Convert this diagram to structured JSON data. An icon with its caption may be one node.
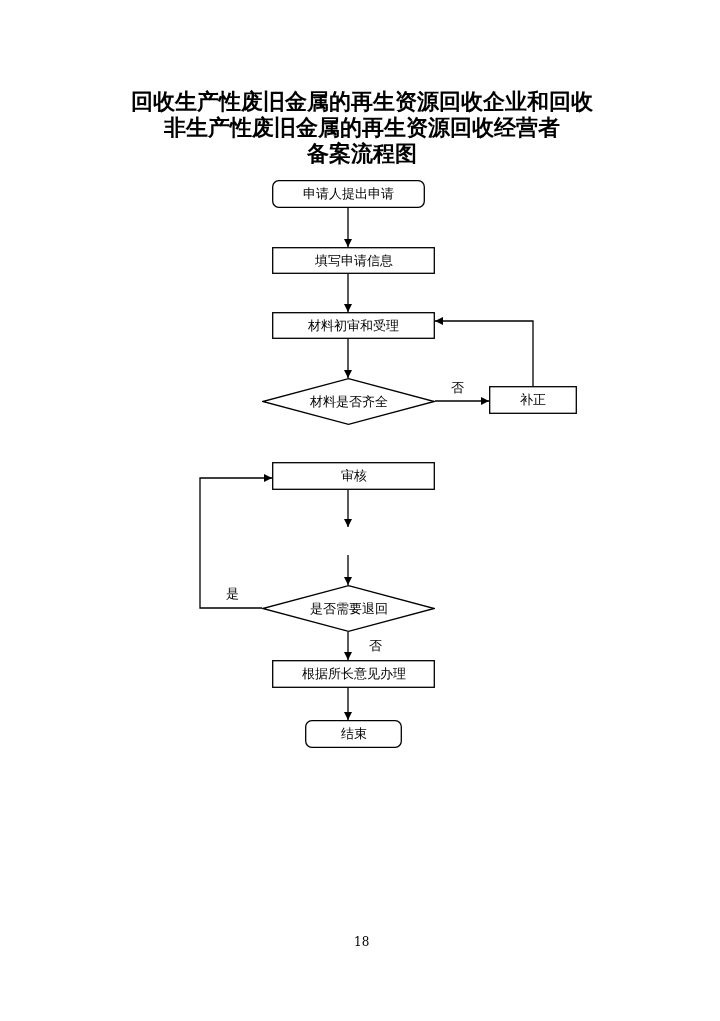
{
  "diagram": {
    "title": "回收生产性废旧金属的再生资源回收企业和回收非生产性废旧金属的再生资源回收经营者备案流程图",
    "nodes": [
      {
        "text": [
          "申请人提出申请"
        ]
      },
      {
        "text": [
          "填写申请信息"
        ]
      },
      {
        "text": [
          "材料初审和受理"
        ]
      },
      {
        "text": [
          "材料是否齐全"
        ]
      },
      {
        "text": [
          "补正"
        ]
      },
      {
        "text": [
          "审核"
        ]
      },
      {
        "text": [
          "是否需要退回"
        ]
      },
      {
        "text": [
          "根据所长意见办理"
        ]
      },
      {
        "text": [
          "结束"
        ]
      }
    ],
    "edges": [
      {
        "from": 0,
        "to": 1,
        "arrow": "to"
      },
      {
        "from": 1,
        "to": 2,
        "arrow": "to"
      },
      {
        "from": 2,
        "to": 3,
        "arrow": "to"
      },
      {
        "from": 3,
        "to": 4,
        "arrow": "to",
        "label": "否"
      },
      {
        "from": 4,
        "to": 2,
        "arrow": "to"
      },
      {
        "from": 5,
        "to": null,
        "arrow": "to"
      },
      {
        "from": null,
        "to": 6,
        "arrow": "to"
      },
      {
        "from": 6,
        "to": 5,
        "arrow": "to",
        "label": "是"
      },
      {
        "from": 6,
        "to": 7,
        "arrow": "to",
        "label": "否"
      },
      {
        "from": 7,
        "to": 8,
        "arrow": "to"
      }
    ],
    "labels": [
      "18"
    ]
  }
}
